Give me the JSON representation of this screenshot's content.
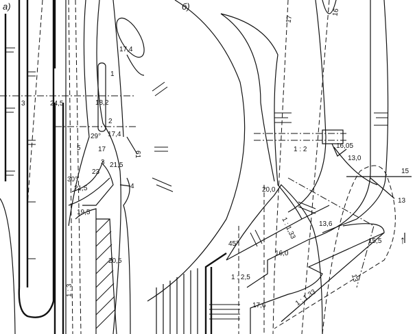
{
  "panels": {
    "a": {
      "label": "а)",
      "elevations": [
        "17,4",
        "24,5",
        "18,2",
        "17,4",
        "17",
        "21,5",
        "21,5",
        "19,5",
        "20,5"
      ],
      "numbers": [
        "3",
        "1",
        "2",
        "5",
        "3",
        "23",
        "4",
        "61"
      ],
      "angles": [
        "29°",
        "30°"
      ],
      "slopes": [
        "1 : 3"
      ]
    },
    "b": {
      "label": "б)",
      "elevations": [
        "16,05",
        "13,0",
        "20,0",
        "13,6",
        "16,0",
        "15,5",
        "17,6"
      ],
      "numbers": [
        "17",
        "16",
        "15",
        "13",
        "13"
      ],
      "angles": [
        "45°"
      ],
      "slopes": [
        "1 : 2",
        "1 : 1,33",
        "1 : 2,5",
        "1 : 1,33"
      ],
      "arrow": "↑"
    }
  }
}
